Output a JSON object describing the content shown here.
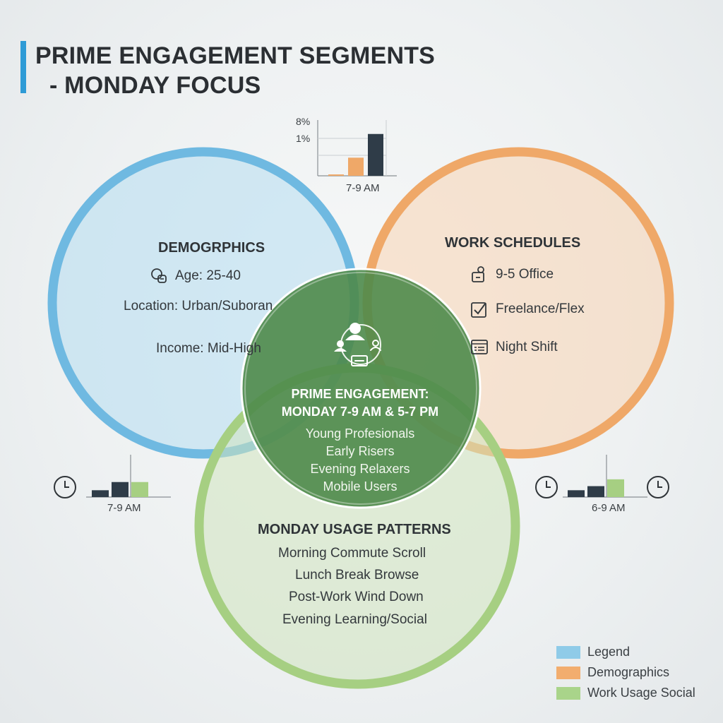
{
  "title": {
    "line1": "PRIME ENGAGEMENT SEGMENTS",
    "line2": "- MONDAY FOCUS"
  },
  "colors": {
    "accent_bar": "#2e9bd6",
    "demographics_circle": "#6fb9e1",
    "work_circle": "#efa868",
    "usage_circle": "#a6cf82",
    "center_circle": "#4e8a4a",
    "bar_dark": "#2f3c48",
    "bar_orange": "#efa868",
    "bar_green": "#a6cf82"
  },
  "demographics": {
    "title": "DEMOGRPHICS",
    "age": "Age: 25-40",
    "location": "Location: Urban/Suboran",
    "income": "Income: Mid-High"
  },
  "work_schedules": {
    "title": "WORK SCHEDULES",
    "items": [
      {
        "label": "9-5 Office",
        "icon": "briefcase-icon"
      },
      {
        "label": "Freelance/Flex",
        "icon": "checkbox-icon"
      },
      {
        "label": "Night Shift",
        "icon": "schedule-list-icon"
      }
    ]
  },
  "usage_patterns": {
    "title": "MONDAY USAGE PATTERNS",
    "items": [
      "Morning Commute Scroll",
      "Lunch Break Browse",
      "Post-Work Wind Down",
      "Evening Learning/Social"
    ]
  },
  "center": {
    "title_line1": "PRIME ENGAGEMENT:",
    "title_line2": "MONDAY 7-9 AM & 5-7 PM",
    "items": [
      "Young Profesionals",
      "Early Risers",
      "Evening Relaxers",
      "Mobile Users"
    ],
    "icon": "audience-network-icon"
  },
  "chart_data": [
    {
      "type": "bar",
      "position": "top-center",
      "y_tick_labels": [
        "8%",
        "1%"
      ],
      "xlabel": "7-9 AM",
      "values": [
        0.2,
        2.6,
        6.0
      ],
      "ylim": [
        0,
        8
      ]
    },
    {
      "type": "bar",
      "position": "left",
      "xlabel": "7-9 AM",
      "values": [
        1,
        2.2,
        2.2
      ],
      "ylim": [
        0,
        6
      ]
    },
    {
      "type": "bar",
      "position": "right",
      "xlabel": "6-9 AM",
      "values": [
        1,
        1.6,
        2.6
      ],
      "ylim": [
        0,
        6
      ]
    }
  ],
  "legend": {
    "items": [
      {
        "label": "Legend",
        "color": "#8fcbe8"
      },
      {
        "label": "Demographics",
        "color": "#f2ad6e"
      },
      {
        "label": "Work Usage Social",
        "color": "#a9d48a"
      }
    ]
  }
}
